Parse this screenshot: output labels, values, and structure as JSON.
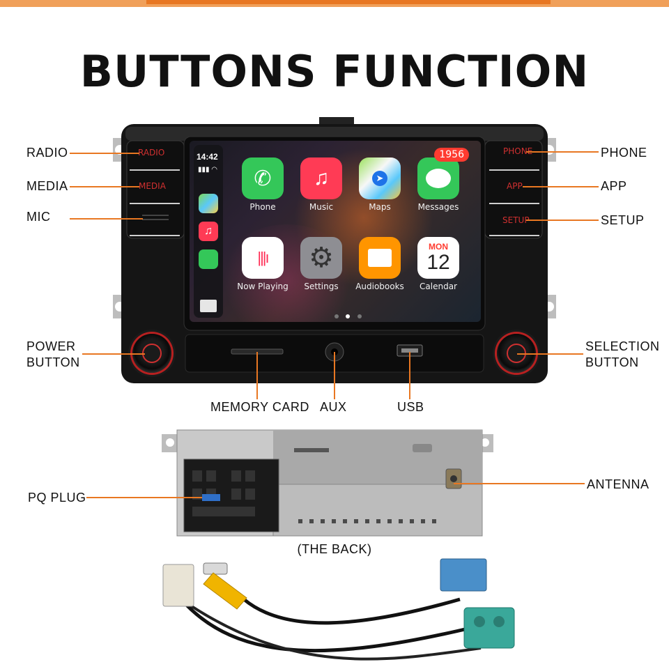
{
  "colors": {
    "accent": "#E87722",
    "knob_red": "#C62828",
    "panel": "#111111"
  },
  "title": "BUTTONS FUNCTION",
  "callouts": {
    "radio": "RADIO",
    "media": "MEDIA",
    "mic": "MIC",
    "power_line1": "POWER",
    "power_line2": "BUTTON",
    "phone": "PHONE",
    "app": "APP",
    "setup": "SETUP",
    "selection_line1": "SELECTION",
    "selection_line2": "BUTTON",
    "memory_card": "MEMORY CARD",
    "aux": "AUX",
    "usb": "USB",
    "pq_plug": "PQ PLUG",
    "antenna": "ANTENNA"
  },
  "side_buttons": {
    "radio": "RADIO",
    "media": "MEDIA",
    "phone": "PHONE",
    "app": "APP",
    "setup": "SETUP"
  },
  "screen": {
    "time": "14:42",
    "badge": "1956",
    "apps": [
      {
        "label": "Phone",
        "icon": "phone-icon",
        "color": "#34C759"
      },
      {
        "label": "Music",
        "icon": "music-note-icon",
        "color": "#FF3B55"
      },
      {
        "label": "Maps",
        "icon": "maps-icon",
        "color": "#5AC8FA"
      },
      {
        "label": "Messages",
        "icon": "messages-icon",
        "color": "#34C759"
      },
      {
        "label": "Now Playing",
        "icon": "now-playing-icon",
        "color": "#FFFFFF"
      },
      {
        "label": "Settings",
        "icon": "settings-gear-icon",
        "color": "#8E8E93"
      },
      {
        "label": "Audiobooks",
        "icon": "audiobooks-icon",
        "color": "#FF9500"
      },
      {
        "label": "Calendar",
        "icon": "calendar-icon",
        "color": "#FFFFFF"
      }
    ],
    "calendar_month": "MON",
    "calendar_day": "12"
  },
  "back_caption": "(THE BACK)"
}
